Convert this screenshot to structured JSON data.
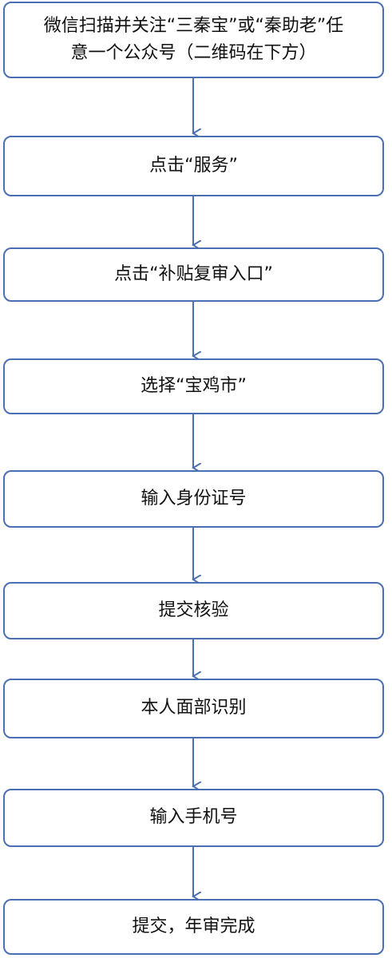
{
  "flowchart": {
    "steps": [
      {
        "line1": "微信扫描并关注“三秦宝”或“秦助老”任",
        "line2": "意一个公众号（二维码在下方）"
      },
      {
        "text": "点击“服务”"
      },
      {
        "text": "点击“补贴复审入口”"
      },
      {
        "text": "选择“宝鸡市”"
      },
      {
        "text": "输入身份证号"
      },
      {
        "text": "提交核验"
      },
      {
        "text": "本人面部识别"
      },
      {
        "text": "输入手机号"
      },
      {
        "text": "提交，年审完成"
      }
    ],
    "colors": {
      "border": "#4a6fb5",
      "arrow": "#4a6fb5",
      "text": "#111111",
      "background": "#ffffff"
    }
  }
}
